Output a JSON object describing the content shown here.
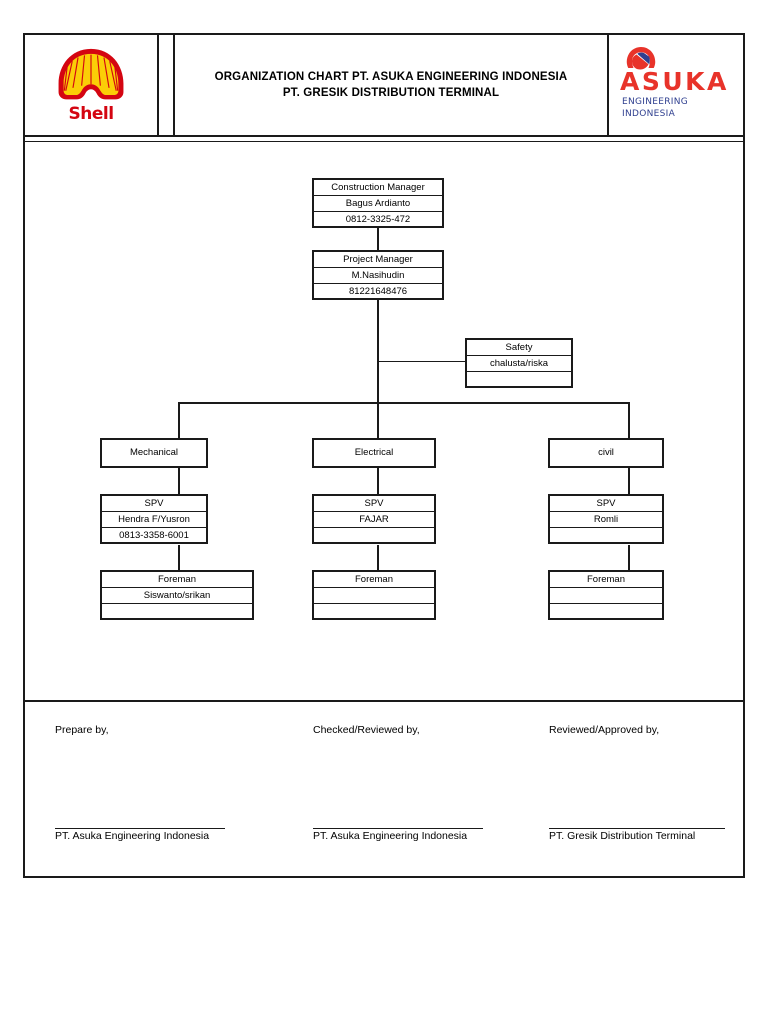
{
  "header": {
    "shell_logo_text": "Shell",
    "title_line1": "ORGANIZATION CHART PT. ASUKA ENGINEERING INDONESIA",
    "title_line2": "PT. GRESIK DISTRIBUTION TERMINAL",
    "asuka_wordmark": "ASUKA",
    "asuka_sub_line1": "ENGINEERING",
    "asuka_sub_line2": "INDONESIA"
  },
  "colors": {
    "shell_red": "#d40511",
    "shell_yellow": "#fbce07",
    "asuka_red": "#e8332a",
    "asuka_navy": "#2f3f8f",
    "line": "#1a1a1a"
  },
  "chart_data": {
    "type": "diagram",
    "title": "ORGANIZATION CHART PT. ASUKA ENGINEERING INDONESIA / PT. GRESIK DISTRIBUTION TERMINAL",
    "nodes": [
      {
        "id": "construction-manager",
        "role": "Construction Manager",
        "name": "Bagus Ardianto",
        "phone": "0812-3325-472"
      },
      {
        "id": "project-manager",
        "role": "Project Manager",
        "name": "M.Nasihudin",
        "phone": "81221648476"
      },
      {
        "id": "safety",
        "role": "Safety",
        "name": "chalusta/riska",
        "phone": ""
      },
      {
        "id": "mechanical",
        "role": "Mechanical"
      },
      {
        "id": "electrical",
        "role": "Electrical"
      },
      {
        "id": "civil",
        "role": "civil"
      },
      {
        "id": "mechanical-spv",
        "role": "SPV",
        "name": "Hendra F/Yusron",
        "phone": "0813-3358-6001"
      },
      {
        "id": "electrical-spv",
        "role": "SPV",
        "name": "FAJAR",
        "phone": ""
      },
      {
        "id": "civil-spv",
        "role": "SPV",
        "name": "Romli",
        "phone": ""
      },
      {
        "id": "mechanical-foreman",
        "role": "Foreman",
        "name": "Siswanto/srikan",
        "phone": ""
      },
      {
        "id": "electrical-foreman",
        "role": "Foreman",
        "name": "",
        "phone": ""
      },
      {
        "id": "civil-foreman",
        "role": "Foreman",
        "name": "",
        "phone": ""
      }
    ],
    "edges": [
      [
        "construction-manager",
        "project-manager"
      ],
      [
        "project-manager",
        "safety"
      ],
      [
        "project-manager",
        "mechanical"
      ],
      [
        "project-manager",
        "electrical"
      ],
      [
        "project-manager",
        "civil"
      ],
      [
        "mechanical",
        "mechanical-spv"
      ],
      [
        "electrical",
        "electrical-spv"
      ],
      [
        "civil",
        "civil-spv"
      ],
      [
        "mechanical-spv",
        "mechanical-foreman"
      ],
      [
        "electrical-spv",
        "electrical-foreman"
      ],
      [
        "civil-spv",
        "civil-foreman"
      ]
    ]
  },
  "signatures": [
    {
      "label": "Prepare by,",
      "organization": "PT. Asuka Engineering Indonesia"
    },
    {
      "label": "Checked/Reviewed by,",
      "organization": "PT. Asuka Engineering Indonesia"
    },
    {
      "label": "Reviewed/Approved by,",
      "organization": "PT. Gresik Distribution Terminal"
    }
  ]
}
